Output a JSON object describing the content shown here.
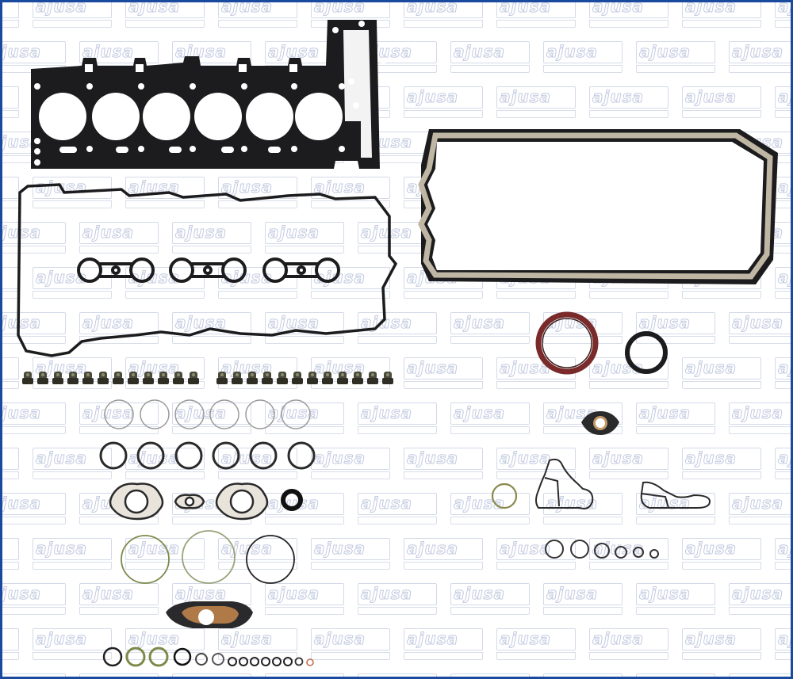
{
  "image": {
    "description": "Full engine gasket set product photo",
    "watermark_text": "ajusa",
    "border_color": "#1a4aa0",
    "watermark_color": "#c3cbe0",
    "background": "#ffffff"
  },
  "parts": {
    "cylinder_head_gasket": {
      "cylinders": 6,
      "color": "#1c1c1e"
    },
    "oil_pan_gasket": {
      "color": "#1c1c1e",
      "bead_color": "#bfb6a4"
    },
    "valve_cover_gasket": {
      "color": "#1c1c1e"
    },
    "spark_plug_tube_seals": {
      "count": 3
    },
    "valve_stem_seals": {
      "left_group": 12,
      "right_group": 12,
      "color": "#4a4a3a"
    },
    "crankshaft_seals": [
      {
        "color": "#7a2a2a"
      },
      {
        "color": "#1c1c1e"
      }
    ],
    "thin_orings_row": {
      "count": 6,
      "color": "#9a9a9a"
    },
    "medium_orings_row": {
      "count": 6,
      "color": "#2a2a2a"
    },
    "flange_gaskets": {
      "count": 3
    },
    "small_shaft_seal": {
      "count": 1
    },
    "large_orings": [
      {
        "color": "#7c8a4a"
      },
      {
        "color": "#9aa27a"
      },
      {
        "color": "#222222"
      }
    ],
    "oil_filter_housing_gasket": {
      "count": 1
    },
    "bottom_orings": {
      "count": 15,
      "accent_color": "#c07050"
    },
    "right_small_orings": {
      "count": 6
    },
    "oil_cooler_gaskets": {
      "count": 2
    }
  }
}
